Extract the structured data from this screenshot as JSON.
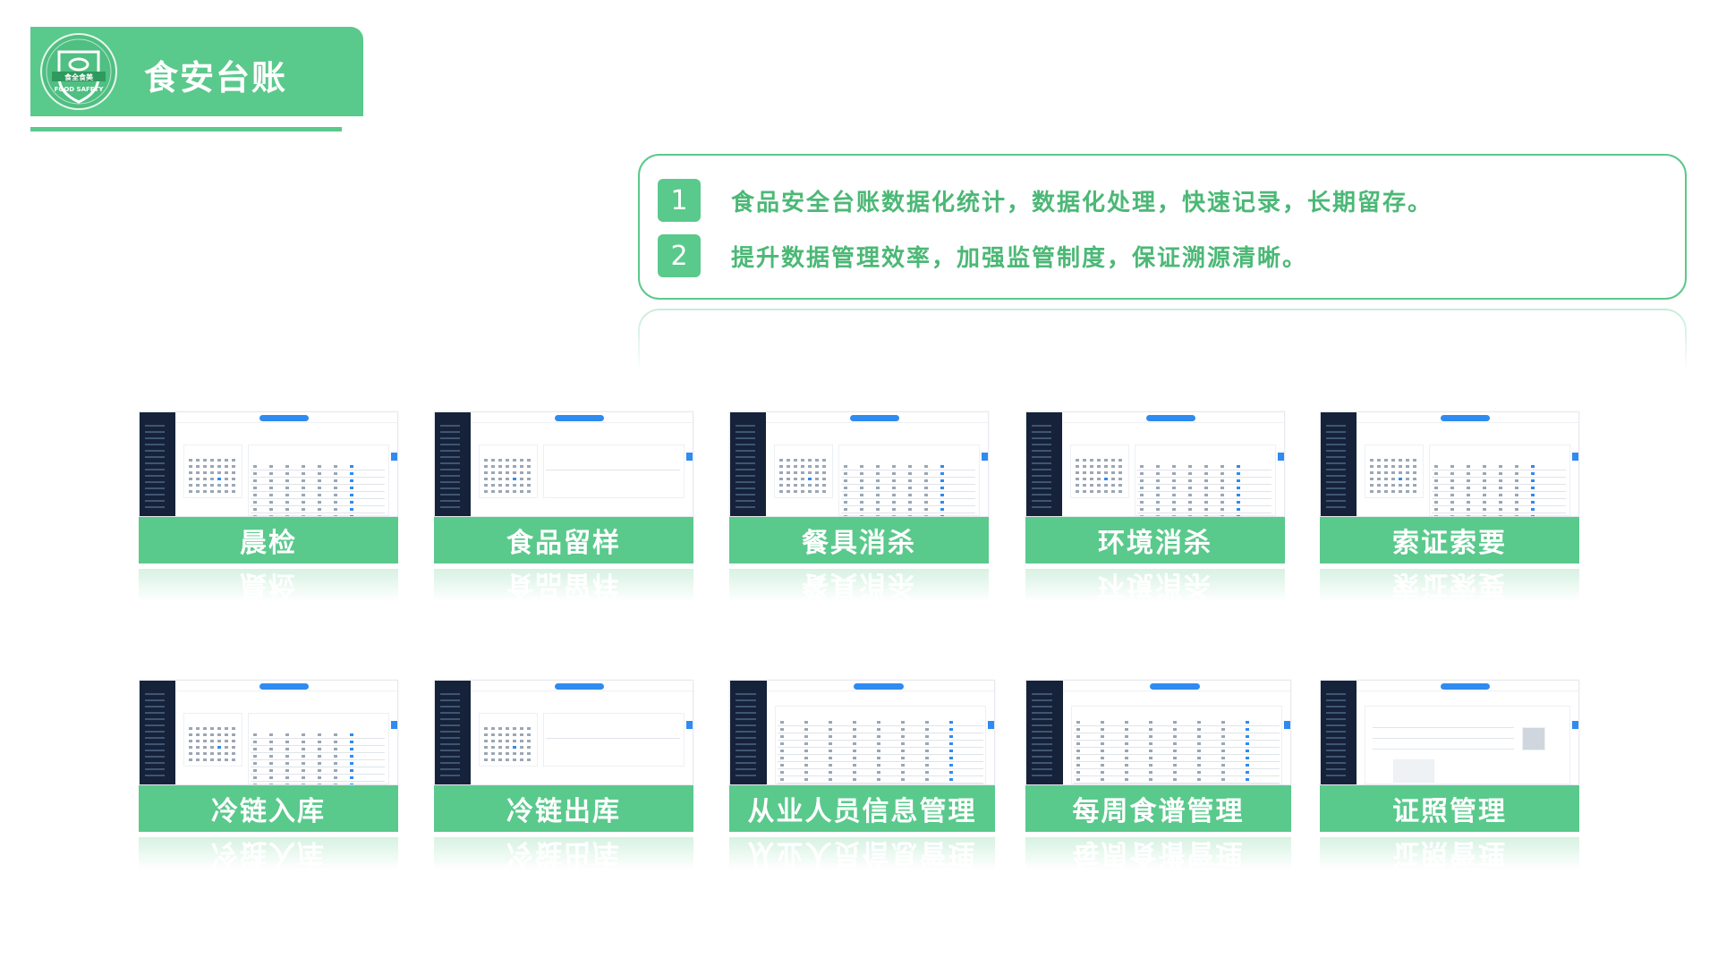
{
  "header": {
    "title": "食安台账",
    "logo_text_top": "食全食美",
    "logo_text_bottom": "FOOD SAFETY"
  },
  "info": {
    "items": [
      {
        "num": "1",
        "text": "食品安全台账数据化统计，数据化处理，快速记录，长期留存。"
      },
      {
        "num": "2",
        "text": "提升数据管理效率，加强监管制度，保证溯源清晰。"
      }
    ]
  },
  "cards": [
    {
      "label": "晨检"
    },
    {
      "label": "食品留样"
    },
    {
      "label": "餐具消杀"
    },
    {
      "label": "环境消杀"
    },
    {
      "label": "索证索要"
    },
    {
      "label": "冷链入库"
    },
    {
      "label": "冷链出库"
    },
    {
      "label": "从业人员信息管理"
    },
    {
      "label": "每周食谱管理"
    },
    {
      "label": "证照管理"
    }
  ],
  "colors": {
    "brand_green": "#5ac98c",
    "text_green": "#4cb876",
    "sidebar_navy": "#15223a",
    "accent_blue": "#2f8bf0"
  }
}
